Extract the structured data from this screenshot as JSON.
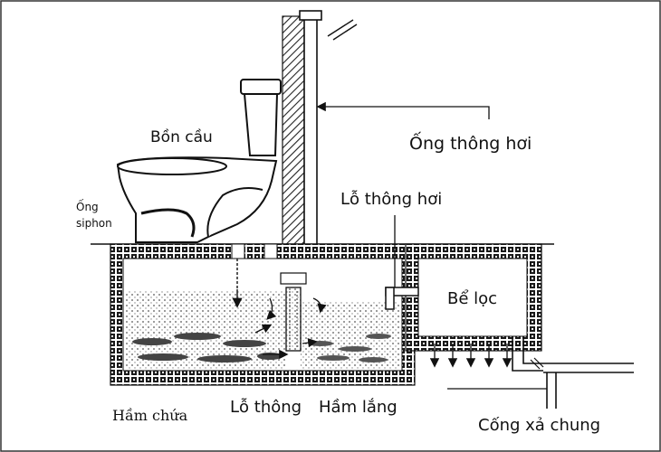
{
  "labels": {
    "bon_cau": "Bồn cầu",
    "ong_thong_hoi": "Ống thông hơi",
    "lo_thong_hoi": "Lỗ thông hơi",
    "ong_siphon_line1": "Ống",
    "ong_siphon_line2": "siphon",
    "be_loc": "Bể lọc",
    "ham_chua": "Hầm chứa",
    "lo_thong": "Lỗ thông",
    "ham_lang": "Hầm lắng",
    "cong_xa_chung": "Cống xả chung"
  }
}
